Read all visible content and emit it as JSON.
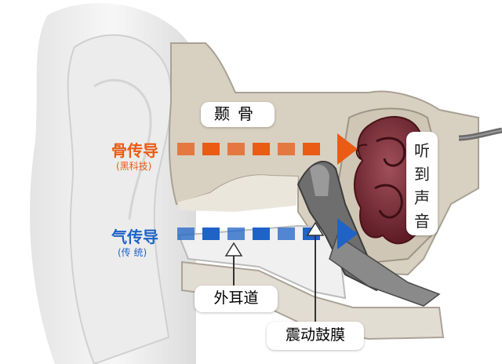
{
  "bone_conduction": {
    "title": "骨传导",
    "subtitle": "(黑科技)",
    "color": "#ea5b14"
  },
  "air_conduction": {
    "title": "气传导",
    "subtitle": "(传 统)",
    "color": "#1f63c7"
  },
  "labels": {
    "temporal_bone": "颞骨",
    "ear_canal": "外耳道",
    "eardrum_vibration": "震动鼓膜",
    "hear_sound": [
      "听",
      "到",
      "声",
      "音"
    ]
  },
  "colors": {
    "cochlea": "#7a2a34",
    "bone": "#d9d2c3",
    "canal": "#efefef"
  }
}
